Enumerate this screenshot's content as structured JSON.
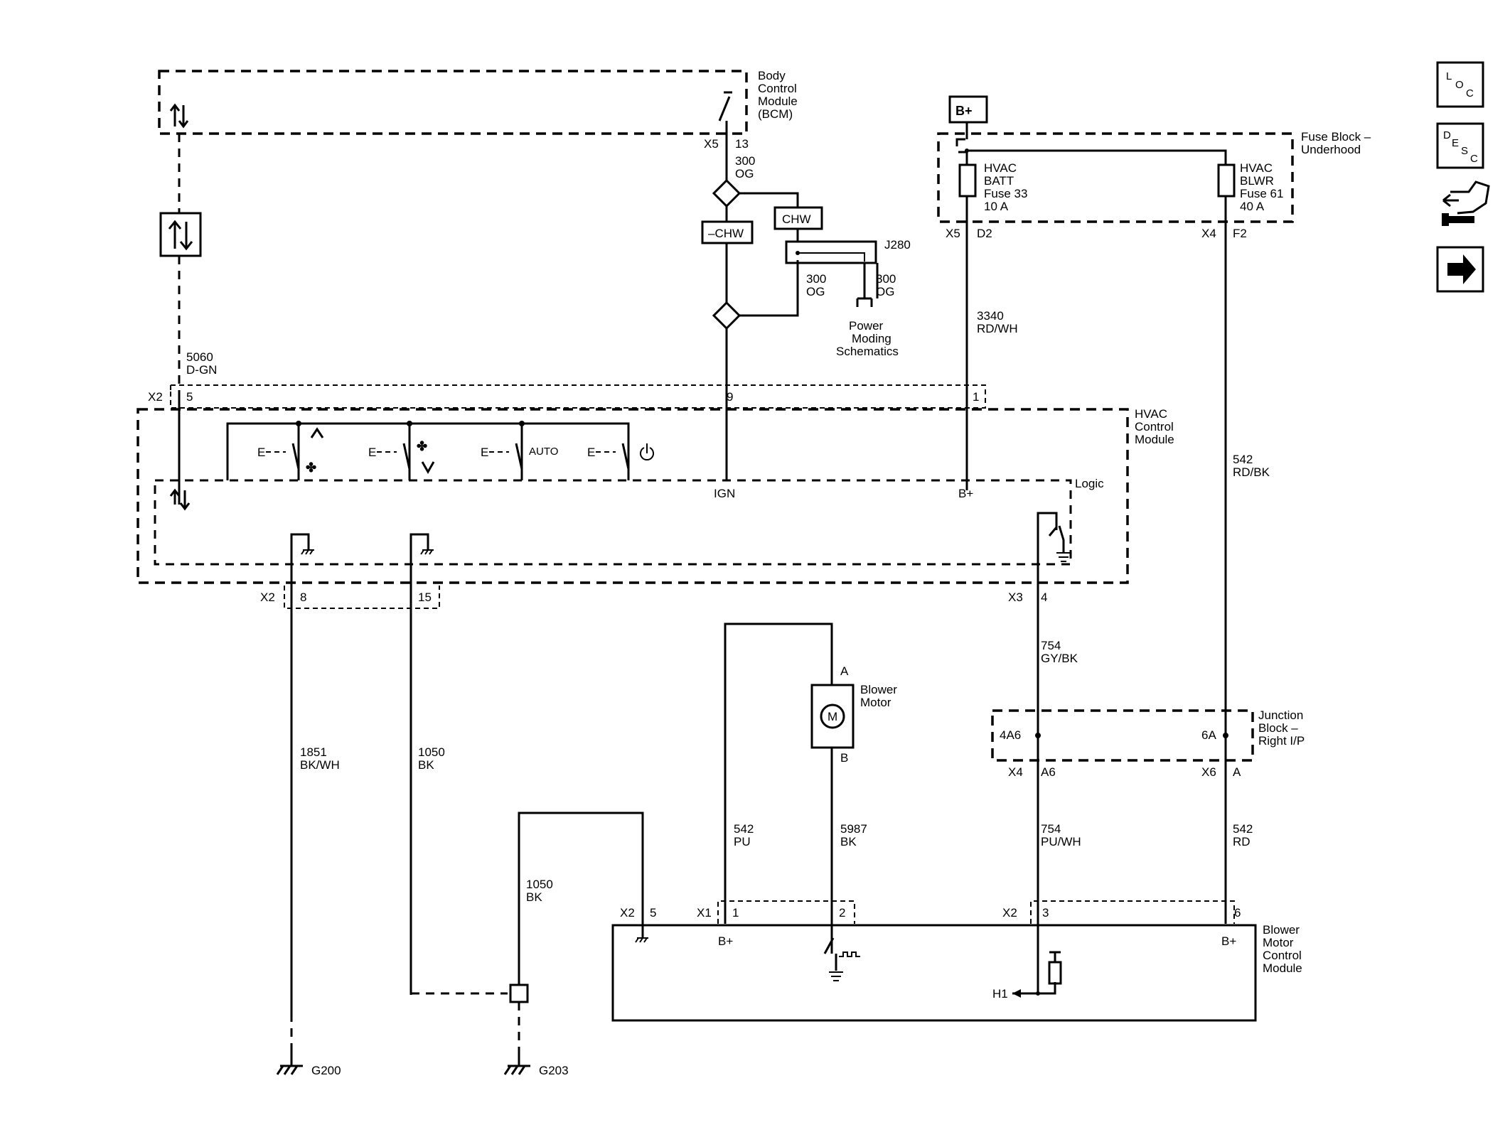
{
  "nav_icons": [
    {
      "name": "location-icon",
      "letters": [
        "L",
        "O",
        "C"
      ]
    },
    {
      "name": "description-icon",
      "letters": [
        "D",
        "E",
        "S",
        "C"
      ]
    },
    {
      "name": "connector-tool-icon"
    },
    {
      "name": "next-arrow-icon"
    }
  ],
  "modules": {
    "bcm": [
      "Body",
      "Control",
      "Module",
      "(BCM)"
    ],
    "fuse_block": [
      "Fuse Block –",
      "Underhood"
    ],
    "hvac": [
      "HVAC",
      "Control",
      "Module"
    ],
    "logic": "Logic",
    "junction": [
      "Junction",
      "Block –",
      "Right I/P"
    ],
    "blower_ctrl": [
      "Blower",
      "Motor",
      "Control",
      "Module"
    ]
  },
  "battery_label": "B+",
  "fuses": {
    "f33": [
      "HVAC",
      "BATT",
      "Fuse 33",
      "10 A"
    ],
    "f61": [
      "HVAC",
      "BLWR",
      "Fuse 61",
      "40 A"
    ]
  },
  "splices": {
    "chw_neg": "–CHW",
    "chw": "CHW",
    "j280": "J280"
  },
  "power_moding": [
    "Power",
    "Moding",
    "Schematics"
  ],
  "blower_motor": {
    "label": [
      "Blower",
      "Motor"
    ],
    "symbol": "M",
    "pin_a": "A",
    "pin_b": "B"
  },
  "internal_labels": {
    "ign": "IGN",
    "bplus": "B+",
    "auto": "AUTO",
    "e": "E",
    "h1": "H1"
  },
  "connectors": {
    "x5": "X5",
    "x2": "X2",
    "x4": "X4",
    "x3": "X3",
    "x6": "X6",
    "x1": "X1",
    "pin_13": "13",
    "pin_5": "5",
    "pin_9": "9",
    "pin_1": "1",
    "pin_8": "8",
    "pin_15": "15",
    "pin_4": "4",
    "pin_d2": "D2",
    "pin_f2": "F2",
    "pin_a6": "A6",
    "pin_a": "A",
    "pin_4a6": "4A6",
    "pin_6a": "6A",
    "pin_2": "2",
    "pin_3": "3",
    "pin_6": "6"
  },
  "wires": {
    "w300_og_1": [
      "300",
      "OG"
    ],
    "w300_og_2": [
      "300",
      "OG"
    ],
    "w300_og_3": [
      "300",
      "OG"
    ],
    "w3340": [
      "3340",
      "RD/WH"
    ],
    "w5060": [
      "5060",
      "D-GN"
    ],
    "w542_rdbk": [
      "542",
      "RD/BK"
    ],
    "w754_gybk": [
      "754",
      "GY/BK"
    ],
    "w1851": [
      "1851",
      "BK/WH"
    ],
    "w1050_a": [
      "1050",
      "BK"
    ],
    "w1050_b": [
      "1050",
      "BK"
    ],
    "w542_pu": [
      "542",
      "PU"
    ],
    "w5987": [
      "5987",
      "BK"
    ],
    "w754_puwh": [
      "754",
      "PU/WH"
    ],
    "w542_rd": [
      "542",
      "RD"
    ]
  },
  "grounds": {
    "g200": "G200",
    "g203": "G203"
  }
}
